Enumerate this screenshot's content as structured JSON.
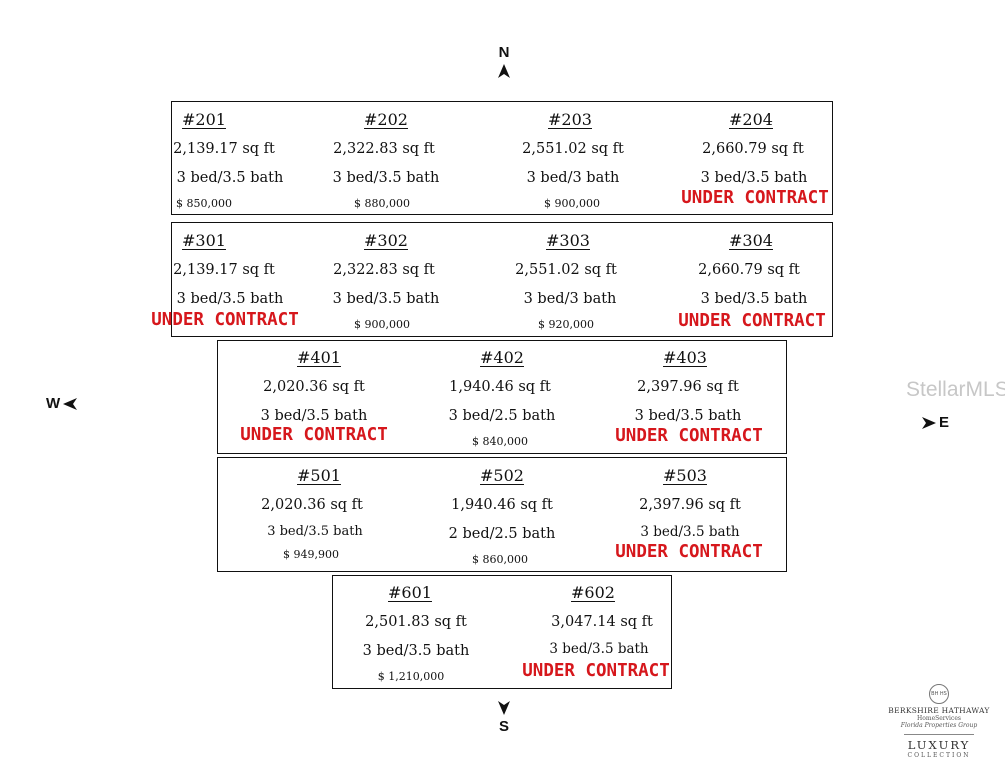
{
  "compass": {
    "north": "N",
    "south": "S",
    "west": "W",
    "east": "E"
  },
  "watermark": "StellarMLS",
  "floors": [
    {
      "units": [
        {
          "number": "#201",
          "sqft": "2,139.17 sq ft",
          "beds": "3 bed/3.5 bath",
          "price": "$ 850,000"
        },
        {
          "number": "#202",
          "sqft": "2,322.83 sq ft",
          "beds": "3 bed/3.5 bath",
          "price": "$ 880,000"
        },
        {
          "number": "#203",
          "sqft": "2,551.02 sq ft",
          "beds": "3 bed/3 bath",
          "price": "$ 900,000"
        },
        {
          "number": "#204",
          "sqft": "2,660.79 sq ft",
          "beds": "3 bed/3.5 bath",
          "status": "UNDER CONTRACT"
        }
      ]
    },
    {
      "units": [
        {
          "number": "#301",
          "sqft": "2,139.17 sq ft",
          "beds": "3 bed/3.5 bath",
          "status": "UNDER CONTRACT"
        },
        {
          "number": "#302",
          "sqft": "2,322.83 sq ft",
          "beds": "3 bed/3.5 bath",
          "price": "$ 900,000"
        },
        {
          "number": "#303",
          "sqft": "2,551.02 sq ft",
          "beds": "3 bed/3 bath",
          "price": "$ 920,000"
        },
        {
          "number": "#304",
          "sqft": "2,660.79 sq ft",
          "beds": "3 bed/3.5 bath",
          "status": "UNDER CONTRACT"
        }
      ]
    },
    {
      "units": [
        {
          "number": "#401",
          "sqft": "2,020.36 sq ft",
          "beds": "3 bed/3.5 bath",
          "status": "UNDER CONTRACT"
        },
        {
          "number": "#402",
          "sqft": "1,940.46 sq ft",
          "beds": "3 bed/2.5 bath",
          "price": "$ 840,000"
        },
        {
          "number": "#403",
          "sqft": "2,397.96 sq ft",
          "beds": "3 bed/3.5 bath",
          "status": "UNDER CONTRACT"
        }
      ]
    },
    {
      "units": [
        {
          "number": "#501",
          "sqft": "2,020.36 sq ft",
          "beds": "3 bed/3.5 bath",
          "price": "$ 949,900"
        },
        {
          "number": "#502",
          "sqft": "1,940.46 sq ft",
          "beds": "2 bed/2.5 bath",
          "price": "$ 860,000"
        },
        {
          "number": "#503",
          "sqft": "2,397.96 sq ft",
          "beds": "3 bed/3.5 bath",
          "status": "UNDER CONTRACT"
        }
      ]
    },
    {
      "units": [
        {
          "number": "#601",
          "sqft": "2,501.83 sq ft",
          "beds": "3 bed/3.5 bath",
          "price": "$ 1,210,000"
        },
        {
          "number": "#602",
          "sqft": "3,047.14 sq ft",
          "beds": "3 bed/3.5 bath",
          "status": "UNDER CONTRACT"
        }
      ]
    }
  ],
  "logo": {
    "seal": "BH HS",
    "line1": "BERKSHIRE HATHAWAY",
    "line2": "HomeServices",
    "line3": "Florida Properties Group",
    "line4": "LUXURY",
    "line5": "COLLECTION"
  },
  "colors": {
    "status": "#d6171c",
    "border": "#111111"
  }
}
